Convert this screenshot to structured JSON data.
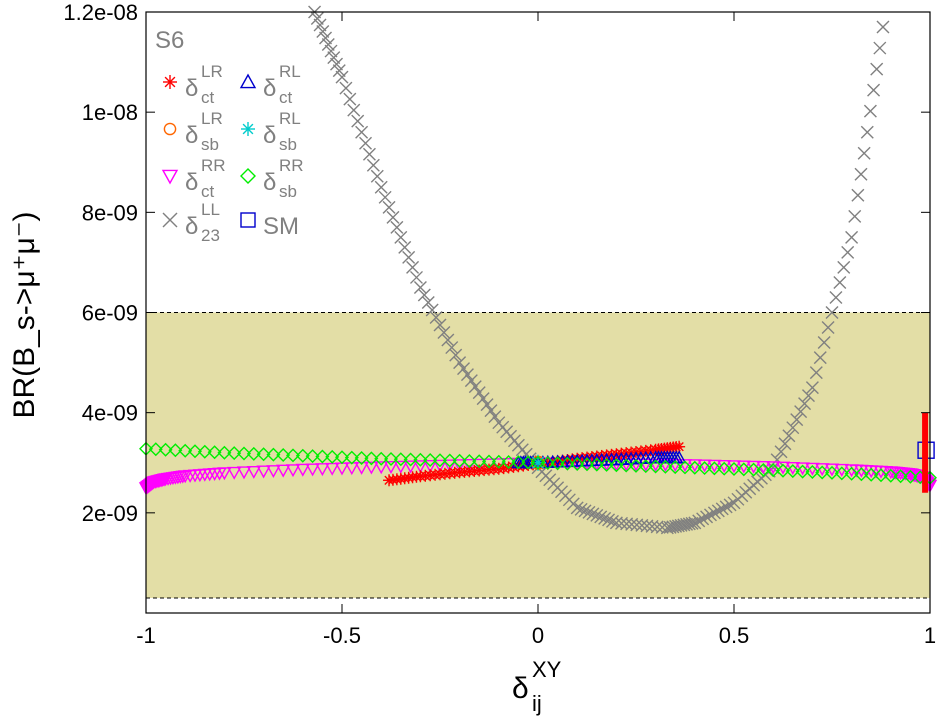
{
  "chart_data": {
    "type": "scatter",
    "xlim": [
      -1,
      1
    ],
    "ylim": [
      0,
      1.2e-08
    ],
    "x_ticks": [
      -1,
      -0.5,
      0,
      0.5,
      1
    ],
    "x_tick_labels": [
      "-1",
      "-0.5",
      "0",
      "0.5",
      "1"
    ],
    "y_ticks": [
      2e-09,
      4e-09,
      6e-09,
      8e-09,
      1e-08,
      1.2e-08
    ],
    "y_tick_labels": [
      "2e-09",
      "4e-09",
      "6e-09",
      "8e-09",
      "1e-08",
      "1.2e-08"
    ],
    "xlabel": {
      "base": "δ",
      "sup": "XY",
      "sub": "ij"
    },
    "ylabel": "BR(B_s->μ⁺μ⁻)",
    "legend_title": "S6",
    "grid": false,
    "band": {
      "ymin": 3e-10,
      "ymax": 6e-09,
      "color": "#e3dea6"
    },
    "series": [
      {
        "name": "δ_ct^LR",
        "base": "δ",
        "sub": "ct",
        "sup": "LR",
        "marker": "star",
        "color": "#ff0000",
        "x": [
          -0.38,
          -0.3,
          -0.2,
          -0.1,
          0.0,
          0.1,
          0.2,
          0.3,
          0.36
        ],
        "y": [
          2.65e-09,
          2.73e-09,
          2.81e-09,
          2.88e-09,
          2.98e-09,
          3.08e-09,
          3.17e-09,
          3.26e-09,
          3.32e-09
        ]
      },
      {
        "name": "δ_ct^RL",
        "base": "δ",
        "sub": "ct",
        "sup": "RL",
        "marker": "triangle-up",
        "color": "#0000cc",
        "x": [
          -0.05,
          0.0,
          0.1,
          0.2,
          0.3,
          0.36
        ],
        "y": [
          3e-09,
          3e-09,
          3.03e-09,
          3.06e-09,
          3.1e-09,
          3.1e-09
        ]
      },
      {
        "name": "δ_sb^LR",
        "base": "δ",
        "sub": "sb",
        "sup": "LR",
        "marker": "circle",
        "color": "#ff6600",
        "x": [
          0.0
        ],
        "y": [
          3e-09
        ]
      },
      {
        "name": "δ_sb^RL",
        "base": "δ",
        "sub": "sb",
        "sup": "RL",
        "marker": "star",
        "color": "#00cccc",
        "x": [
          0.0
        ],
        "y": [
          3e-09
        ]
      },
      {
        "name": "δ_ct^RR",
        "base": "δ",
        "sub": "ct",
        "sup": "RR",
        "marker": "triangle-down",
        "color": "#ff00ff",
        "x": [
          -1.0,
          -0.98,
          -0.95,
          -0.9,
          -0.8,
          -0.6,
          -0.4,
          -0.2,
          0.0,
          0.2,
          0.4,
          0.6,
          0.8,
          0.9,
          0.95,
          0.98,
          1.0
        ],
        "y": [
          2.5e-09,
          2.62e-09,
          2.68e-09,
          2.74e-09,
          2.8e-09,
          2.87e-09,
          2.92e-09,
          2.96e-09,
          3e-09,
          2.98e-09,
          2.96e-09,
          2.92e-09,
          2.86e-09,
          2.82e-09,
          2.78e-09,
          2.72e-09,
          2.55e-09
        ]
      },
      {
        "name": "δ_sb^RR",
        "base": "δ",
        "sub": "sb",
        "sup": "RR",
        "marker": "diamond",
        "color": "#00ee00",
        "x": [
          -1.0,
          -0.8,
          -0.6,
          -0.4,
          -0.2,
          0.0,
          0.2,
          0.4,
          0.6,
          0.8,
          1.0
        ],
        "y": [
          3.28e-09,
          3.2e-09,
          3.14e-09,
          3.08e-09,
          3.04e-09,
          3e-09,
          2.95e-09,
          2.9e-09,
          2.85e-09,
          2.78e-09,
          2.7e-09
        ]
      },
      {
        "name": "δ_23^LL",
        "base": "δ",
        "sub": "23",
        "sup": "LL",
        "marker": "cross",
        "color": "#808080",
        "x": [
          -0.57,
          -0.5,
          -0.4,
          -0.3,
          -0.2,
          -0.1,
          0.0,
          0.1,
          0.2,
          0.33,
          0.4,
          0.5,
          0.6,
          0.7,
          0.8,
          0.88
        ],
        "y": [
          1.2e-08,
          1.07e-08,
          8.5e-09,
          6.5e-09,
          5e-09,
          3.8e-09,
          2.9e-09,
          2.1e-09,
          1.8e-09,
          1.7e-09,
          1.8e-09,
          2.2e-09,
          2.9e-09,
          4.5e-09,
          7.5e-09,
          1.17e-08
        ]
      },
      {
        "name": "SM",
        "base": "SM",
        "sub": "",
        "sup": "",
        "marker": "square",
        "color": "#0000cc",
        "x": [
          0.99
        ],
        "y": [
          3.25e-09
        ]
      },
      {
        "name": "",
        "marker": "vbar",
        "color": "#ff0000",
        "x": [
          0.99
        ],
        "y_range": [
          2.4e-09,
          4e-09
        ]
      }
    ]
  }
}
